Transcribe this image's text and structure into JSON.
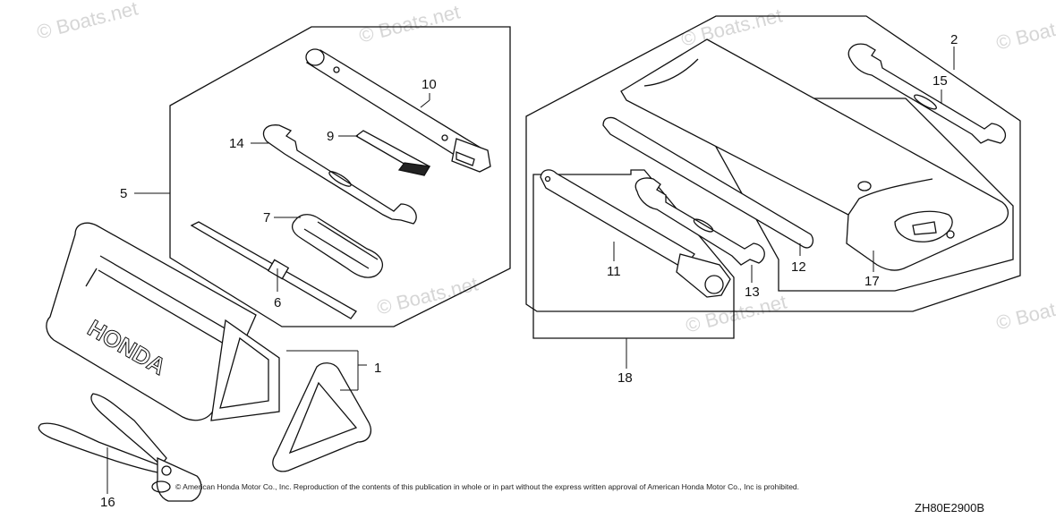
{
  "watermark": "© Boats.net",
  "callouts": {
    "c1": "1",
    "c2": "2",
    "c5": "5",
    "c6": "6",
    "c7": "7",
    "c9": "9",
    "c10": "10",
    "c11": "11",
    "c12": "12",
    "c13": "13",
    "c14": "14",
    "c15": "15",
    "c16": "16",
    "c17": "17",
    "c18": "18"
  },
  "case_brand": "HONDA",
  "footer_text": "© American Honda Motor Co., Inc. Reproduction of the contents of this publication in whole or in part without the express written approval of American Honda Motor Co., Inc is prohibited.",
  "diagram_code": "ZH80E2900B",
  "colors": {
    "line": "#111111",
    "watermark": "#d6d6d6",
    "fill": "#ffffff"
  }
}
